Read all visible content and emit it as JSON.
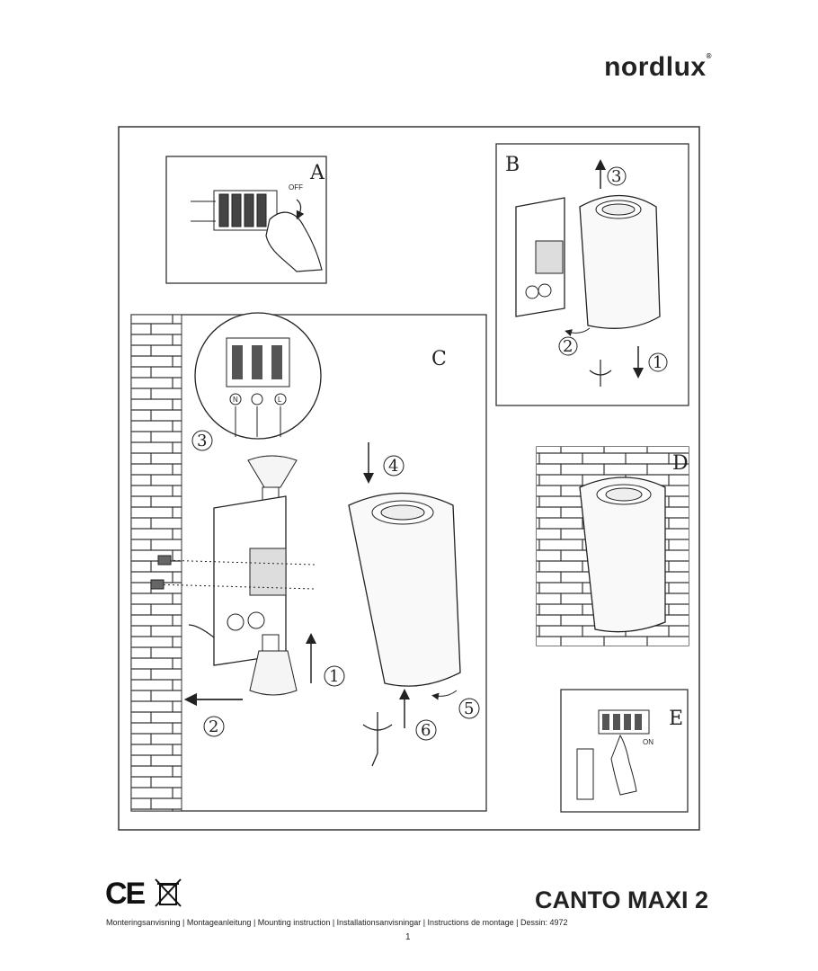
{
  "brand": {
    "name": "nordlux",
    "mark": "®"
  },
  "panels": {
    "a": {
      "label": "A",
      "switch_text": "OFF"
    },
    "b": {
      "label": "B",
      "steps": [
        "3",
        "2",
        "1"
      ]
    },
    "c": {
      "label": "C",
      "steps": [
        "3",
        "4",
        "1",
        "2",
        "5",
        "6"
      ],
      "terminals": [
        "N",
        "L"
      ]
    },
    "d": {
      "label": "D"
    },
    "e": {
      "label": "E",
      "switch_text": "ON"
    }
  },
  "certification": {
    "ce": "CE",
    "weee_icon": "crossed-out-bin-icon"
  },
  "footer": {
    "product_name": "CANTO MAXI 2",
    "instructions": "Monteringsanvisning | Montageanleitung | Mounting instruction | Installationsanvisningar | Instructions de montage | Dessin: 4972",
    "page_number": "1"
  }
}
